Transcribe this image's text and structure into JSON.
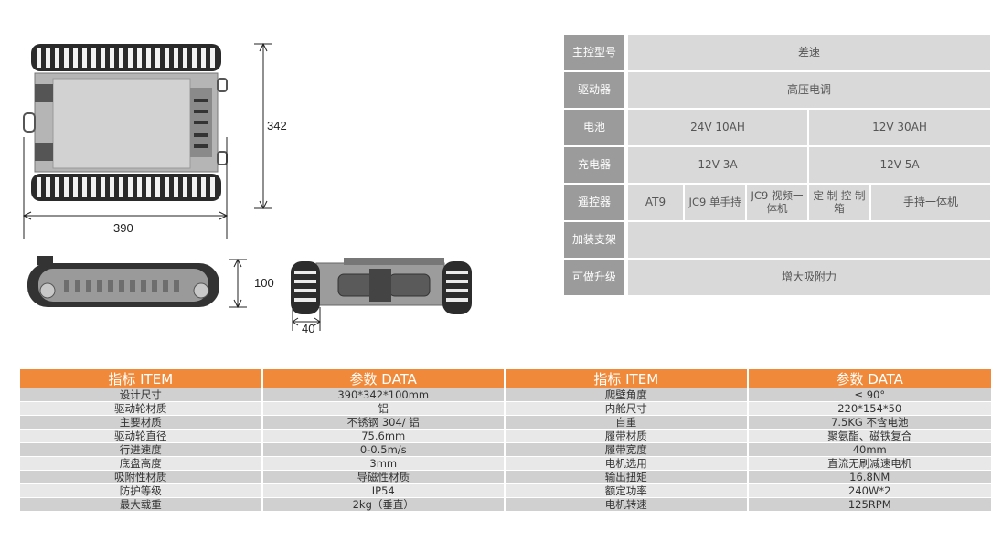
{
  "dimensions": {
    "width": "390",
    "height": "342",
    "side_height": "100",
    "wheel_width": "40"
  },
  "config_table": {
    "rows": [
      {
        "label": "主控型号",
        "cells": [
          "差速"
        ]
      },
      {
        "label": "驱动器",
        "cells": [
          "高压电调"
        ]
      },
      {
        "label": "电池",
        "cells": [
          "24V 10AH",
          "12V 30AH"
        ]
      },
      {
        "label": "充电器",
        "cells": [
          "12V 3A",
          "12V 5A"
        ]
      },
      {
        "label": "遥控器",
        "cells": [
          "AT9",
          "JC9 单手持",
          "JC9 视频一体机",
          "定 制 控 制 箱",
          "手持一体机"
        ]
      },
      {
        "label": "加装支架",
        "cells": [
          ""
        ]
      },
      {
        "label": "可做升级",
        "cells": [
          "增大吸附力"
        ]
      }
    ]
  },
  "spec_table": {
    "headers": [
      "指标 ITEM",
      "参数 DATA",
      "指标 ITEM",
      "参数 DATA"
    ],
    "rows": [
      [
        "设计尺寸",
        "390*342*100mm",
        "爬壁角度",
        "≤ 90°"
      ],
      [
        "驱动轮材质",
        "铝",
        "内舱尺寸",
        "220*154*50"
      ],
      [
        "主要材质",
        "不锈钢 304/ 铝",
        "自重",
        "7.5KG 不含电池"
      ],
      [
        "驱动轮直径",
        "75.6mm",
        "履带材质",
        "聚氨酯、磁铁复合"
      ],
      [
        "行进速度",
        "0-0.5m/s",
        "履带宽度",
        "40mm"
      ],
      [
        "底盘高度",
        "3mm",
        "电机选用",
        "直流无刷减速电机"
      ],
      [
        "吸附性材质",
        "导磁性材质",
        "输出扭矩",
        "16.8NM"
      ],
      [
        "防护等级",
        "IP54",
        "额定功率",
        "240W*2"
      ],
      [
        "最大载重",
        "2kg（垂直）",
        "电机转速",
        "125RPM"
      ]
    ]
  }
}
